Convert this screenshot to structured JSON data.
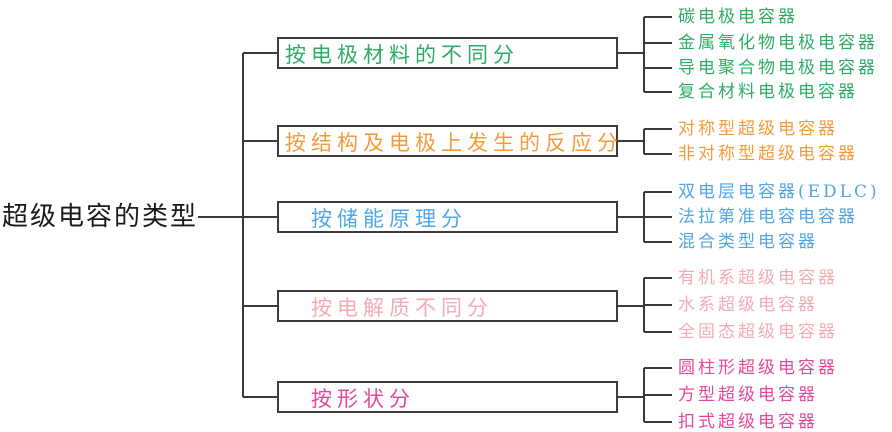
{
  "root": {
    "label": "超级电容的类型"
  },
  "colors": {
    "branch_electrode_material": "#2eac66",
    "branch_structure_reaction": "#f59b3c",
    "branch_energy_storage": "#4fa6e3",
    "branch_electrolyte": "#f3acb4",
    "branch_shape": "#e4489a",
    "connector_line": "#3a3a3a",
    "box_border": "#3c3c3c",
    "root_text": "#1a1a1a"
  },
  "branches": [
    {
      "label": "按电极材料的不同分",
      "leaves": [
        "碳电极电容器",
        "金属氧化物电极电容器",
        "导电聚合物电极电容器",
        "复合材料电极电容器"
      ]
    },
    {
      "label": "按结构及电极上发生的反应分",
      "leaves": [
        "对称型超级电容器",
        "非对称型超级电容器"
      ]
    },
    {
      "label": "按储能原理分",
      "leaves": [
        "双电层电容器(EDLC)",
        "法拉第准电容电容器",
        "混合类型电容器"
      ]
    },
    {
      "label": "按电解质不同分",
      "leaves": [
        "有机系超级电容器",
        "水系超级电容器",
        "全固态超级电容器"
      ]
    },
    {
      "label": "按形状分",
      "leaves": [
        "圆柱形超级电容器",
        "方型超级电容器",
        "扣式超级电容器"
      ]
    }
  ]
}
